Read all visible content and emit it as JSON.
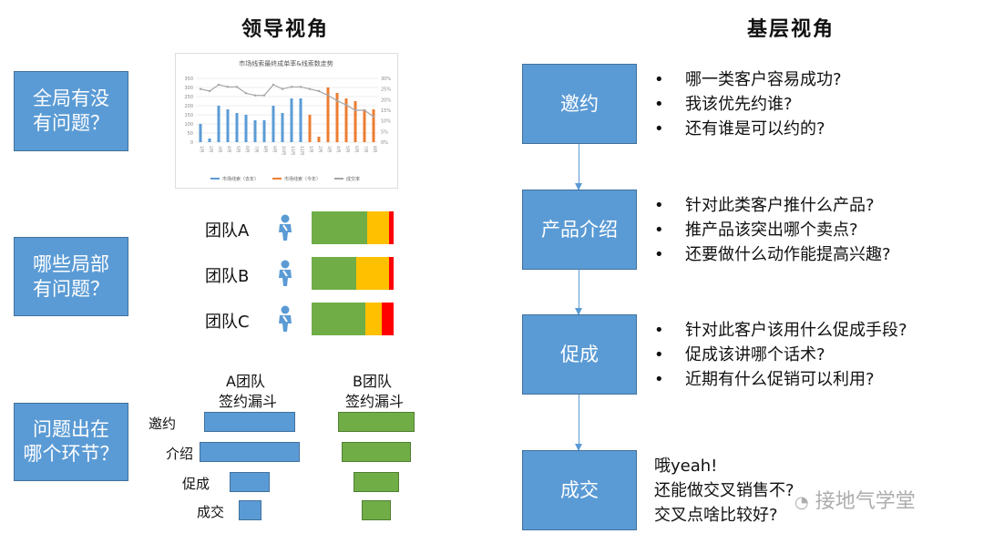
{
  "left": {
    "title": "领导视角",
    "boxes": [
      "全局有没\n有问题？",
      "哪些局部\n有问题？",
      "问题出在\n哪个环节？"
    ],
    "teams": [
      {
        "name": "团队A",
        "green": 0.68,
        "yellow": 0.27,
        "red": 0.05
      },
      {
        "name": "团队B",
        "green": 0.54,
        "yellow": 0.4,
        "red": 0.06
      },
      {
        "name": "团队C",
        "green": 0.68,
        "yellow": 0.2,
        "red": 0.15
      }
    ],
    "funnels": {
      "stages": [
        "邀约",
        "介绍",
        "促成",
        "成交"
      ],
      "a": {
        "title1": "A团队",
        "title2": "签约漏斗",
        "widths": [
          100,
          110,
          44,
          25
        ]
      },
      "b": {
        "title1": "B团队",
        "title2": "签约漏斗",
        "widths": [
          84,
          76,
          50,
          32
        ]
      }
    },
    "colors": {
      "green": "#70ad47",
      "yellow": "#ffc000",
      "red": "#ff0000",
      "blue": "#5b9bd5"
    }
  },
  "chart_data": {
    "type": "bar",
    "title": "市场线索最终成单率&线索数走势",
    "categories": [
      "1月",
      "2月",
      "3月",
      "4月",
      "5月",
      "6月",
      "7月",
      "8月",
      "9月",
      "10月",
      "11月",
      "12月",
      "1月",
      "2月",
      "3月",
      "4月",
      "5月",
      "6月",
      "7月",
      "8月"
    ],
    "series": [
      {
        "name": "市场线索（去年）",
        "type": "bar",
        "color": "#5b9bd5",
        "values": [
          100,
          20,
          200,
          180,
          160,
          150,
          120,
          120,
          200,
          160,
          240,
          240,
          null,
          null,
          null,
          null,
          null,
          null,
          null,
          null
        ]
      },
      {
        "name": "市场线索（今年）",
        "type": "bar",
        "color": "#ed7d31",
        "values": [
          null,
          null,
          null,
          null,
          null,
          null,
          null,
          null,
          null,
          null,
          null,
          null,
          150,
          30,
          300,
          270,
          240,
          225,
          180,
          180
        ]
      },
      {
        "name": "成交率",
        "type": "line",
        "axis": "right",
        "color": "#a5a5a5",
        "values": [
          25,
          24,
          27,
          26,
          26,
          23,
          22,
          22,
          27,
          25,
          26,
          26,
          25,
          24,
          22,
          19.5,
          17.5,
          15,
          15,
          12
        ]
      }
    ],
    "ylim": [
      0,
      350
    ],
    "yticks": [
      "0",
      "50",
      "100",
      "150",
      "200",
      "250",
      "300",
      "350"
    ],
    "y2lim": [
      0,
      30
    ],
    "y2ticks": [
      "0%",
      "5%",
      "10%",
      "15%",
      "20%",
      "25%",
      "30%"
    ],
    "legend": "bottom"
  },
  "right": {
    "title": "基层视角",
    "steps": [
      {
        "label": "邀约",
        "bullets": [
          "哪一类客户容易成功?",
          "我该优先约谁?",
          "还有谁是可以约的?"
        ]
      },
      {
        "label": "产品介绍",
        "bullets": [
          "针对此类客户推什么产品?",
          "推产品该突出哪个卖点?",
          "还要做什么动作能提高兴趣?"
        ]
      },
      {
        "label": "促成",
        "bullets": [
          "针对此客户该用什么促成手段?",
          "促成该讲哪个话术?",
          "近期有什么促销可以利用?"
        ]
      },
      {
        "label": "成交",
        "lines": [
          "哦yeah!",
          "还能做交叉销售不?",
          "交叉点啥比较好?"
        ]
      }
    ],
    "bullet": "•"
  },
  "watermark": "接地气学堂"
}
